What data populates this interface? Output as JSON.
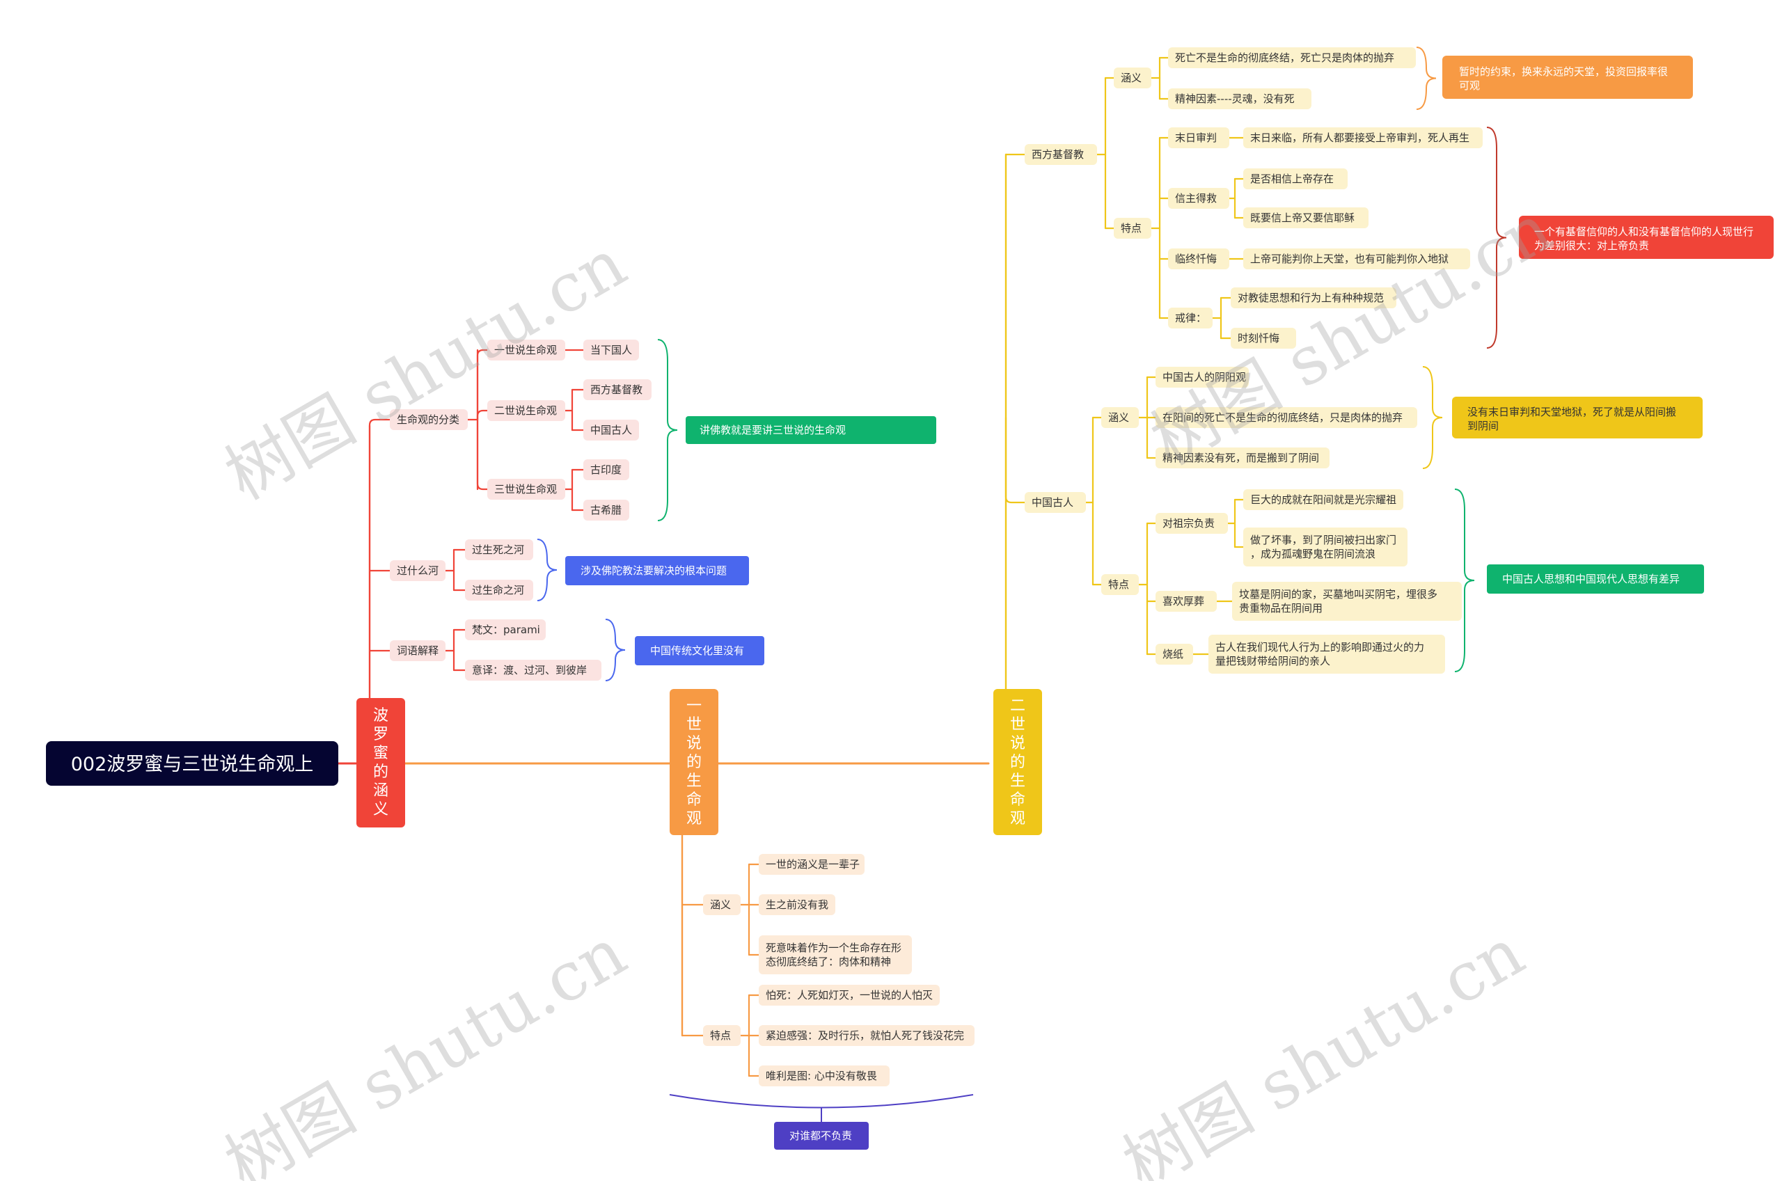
{
  "root": {
    "label": "002波罗蜜与三世说生命观上"
  },
  "watermark": "树图 shutu.cn",
  "main_nodes": {
    "boluomi": {
      "label": "波罗蜜的涵义"
    },
    "yishi": {
      "label": "一世说的生命观"
    },
    "ershi": {
      "label": "二世说的生命观"
    }
  },
  "colors": {
    "red": "#f04438",
    "orange": "#f79a44",
    "yellow": "#efc619",
    "navy": "#050531",
    "green": "#0fb36e",
    "blue": "#4a67ee",
    "purple": "#4e3fc4"
  },
  "boluomi": {
    "classify": "生命观的分类",
    "one": "一世说生命观",
    "one_child": "当下国人",
    "two": "二世说生命观",
    "two_children": [
      "西方基督教",
      "中国古人"
    ],
    "three": "三世说生命观",
    "three_children": [
      "古印度",
      "古希腊"
    ],
    "summary_green": "讲佛教就是要讲三世说的生命观",
    "river": "过什么河",
    "river_children": [
      "过生死之河",
      "过生命之河"
    ],
    "summary_blue1": "涉及佛陀教法要解决的根本问题",
    "word": "词语解释",
    "word_children": [
      "梵文：parami",
      "意译：渡、过河、到彼岸"
    ],
    "summary_blue2": "中国传统文化里没有"
  },
  "yishi": {
    "meaning": "涵义",
    "meaning_children": [
      "一世的涵义是一辈子",
      "生之前没有我",
      "死意味着作为一个生命存在形态彻底终结了：肉体和精神"
    ],
    "feature": "特点",
    "feature_children": [
      "怕死：人死如灯灭，一世说的人怕灭",
      "紧迫感强：及时行乐，就怕人死了钱没花完",
      "唯利是图: 心中没有敬畏"
    ],
    "summary": "对谁都不负责"
  },
  "ershi": {
    "west": "西方基督教",
    "west_meaning": "涵义",
    "west_meaning_children": [
      "死亡不是生命的彻底终结，死亡只是肉体的抛弃",
      "精神因素----灵魂，没有死"
    ],
    "west_meaning_summary": "暂时的约束，换来永远的天堂，投资回报率很可观",
    "west_feature": "特点",
    "judgement": "末日审判",
    "judgement_child": "末日来临，所有人都要接受上帝审判，死人再生",
    "faith": "信主得救",
    "faith_children": [
      "是否相信上帝存在",
      "既要信上帝又要信耶稣"
    ],
    "repent": "临终忏悔",
    "repent_child": "上帝可能判你上天堂，也有可能判你入地狱",
    "precept": "戒律：",
    "precept_children": [
      "对教徒思想和行为上有种种规范",
      "时刻忏悔"
    ],
    "west_feature_summary": "一个有基督信仰的人和没有基督信仰的人现世行为差别很大：对上帝负责",
    "china": "中国古人",
    "china_meaning": "涵义",
    "china_meaning_children": [
      "中国古人的阴阳观",
      "在阳间的死亡不是生命的彻底终结，只是肉体的抛弃",
      "精神因素没有死，而是搬到了阴间"
    ],
    "china_meaning_summary": "没有末日审判和天堂地狱，死了就是从阳间搬到阴间",
    "china_feature": "特点",
    "ancestor": "对祖宗负责",
    "ancestor_children": [
      "巨大的成就在阳间就是光宗耀祖",
      "做了坏事，到了阴间被扫出家门，成为孤魂野鬼在阴间流浪"
    ],
    "burial": "喜欢厚葬",
    "burial_child": "坟墓是阴间的家，买墓地叫买阴宅，埋很多贵重物品在阴间用",
    "paper": "烧纸",
    "paper_child": "古人在我们现代人行为上的影响即通过火的力量把钱财带给阴间的亲人",
    "china_feature_summary": "中国古人思想和中国现代人思想有差异"
  }
}
